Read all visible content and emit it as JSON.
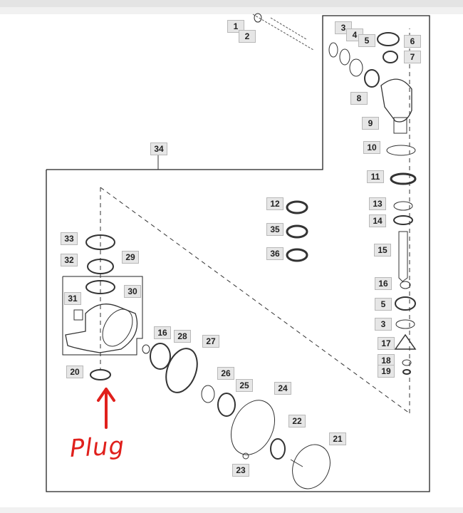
{
  "diagram": {
    "callouts": [
      "1",
      "2",
      "3",
      "4",
      "5",
      "6",
      "7",
      "8",
      "9",
      "10",
      "11",
      "12",
      "13",
      "14",
      "35",
      "15",
      "36",
      "16",
      "5",
      "3",
      "17",
      "18",
      "19",
      "33",
      "32",
      "29",
      "30",
      "31",
      "16",
      "28",
      "27",
      "26",
      "25",
      "24",
      "22",
      "21",
      "20",
      "23",
      "34"
    ],
    "annotation": "Plug",
    "annotation_color": "#e0201c"
  }
}
